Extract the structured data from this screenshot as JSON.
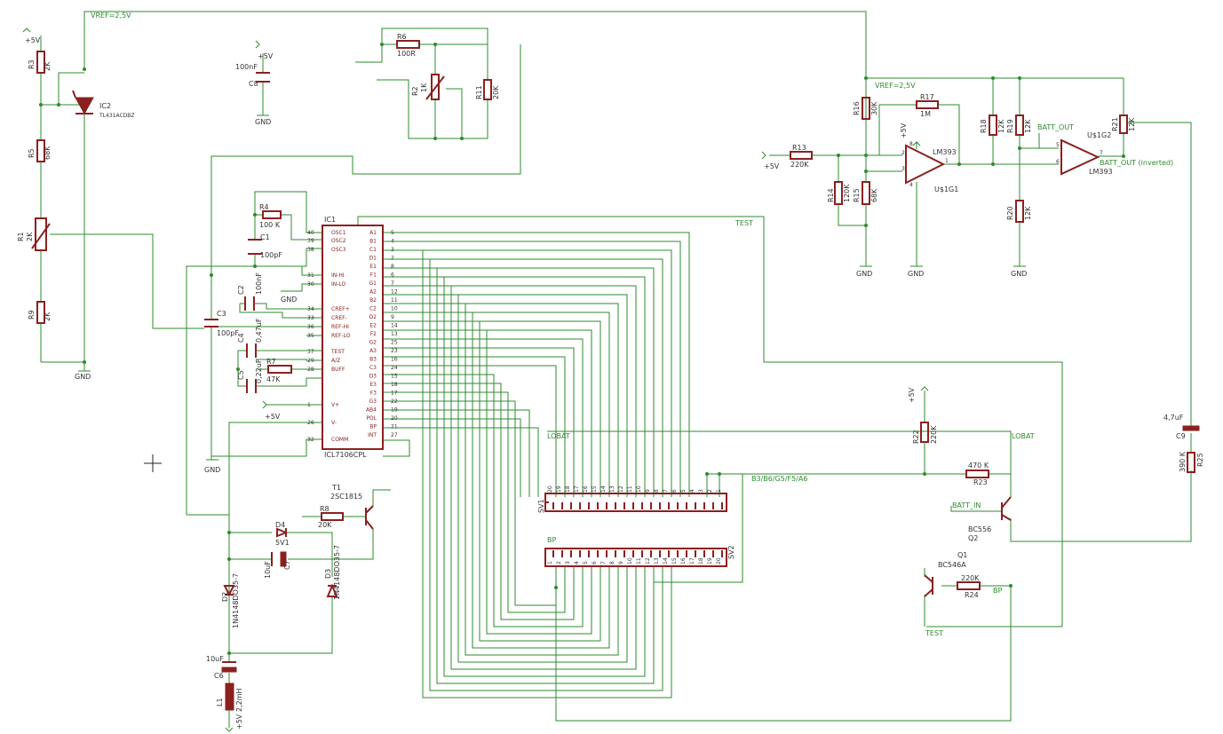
{
  "schematic": {
    "ic1": {
      "ref": "IC1",
      "value": "ICL7106CPL",
      "left_pins": [
        {
          "num": "40",
          "name": "OSC1"
        },
        {
          "num": "39",
          "name": "OSC2"
        },
        {
          "num": "38",
          "name": "OSC3"
        },
        {
          "num": "31",
          "name": "IN-HI"
        },
        {
          "num": "30",
          "name": "IN-LO"
        },
        {
          "num": "34",
          "name": "CREF+"
        },
        {
          "num": "33",
          "name": "CREF-"
        },
        {
          "num": "36",
          "name": "REF-HI"
        },
        {
          "num": "35",
          "name": "REF-LO"
        },
        {
          "num": "37",
          "name": "TEST"
        },
        {
          "num": "29",
          "name": "A/Z"
        },
        {
          "num": "28",
          "name": "BUFF"
        },
        {
          "num": "1",
          "name": "V+"
        },
        {
          "num": "26",
          "name": "V-"
        },
        {
          "num": "32",
          "name": "COMM"
        }
      ],
      "right_pins": [
        {
          "num": "5",
          "name": "A1"
        },
        {
          "num": "4",
          "name": "B1"
        },
        {
          "num": "3",
          "name": "C1"
        },
        {
          "num": "2",
          "name": "D1"
        },
        {
          "num": "8",
          "name": "E1"
        },
        {
          "num": "6",
          "name": "F1"
        },
        {
          "num": "7",
          "name": "G1"
        },
        {
          "num": "12",
          "name": "A2"
        },
        {
          "num": "11",
          "name": "B2"
        },
        {
          "num": "10",
          "name": "C2"
        },
        {
          "num": "9",
          "name": "D2"
        },
        {
          "num": "14",
          "name": "E2"
        },
        {
          "num": "13",
          "name": "F2"
        },
        {
          "num": "25",
          "name": "G2"
        },
        {
          "num": "23",
          "name": "A3"
        },
        {
          "num": "16",
          "name": "B3"
        },
        {
          "num": "24",
          "name": "C3"
        },
        {
          "num": "15",
          "name": "D3"
        },
        {
          "num": "18",
          "name": "E3"
        },
        {
          "num": "17",
          "name": "F3"
        },
        {
          "num": "22",
          "name": "G3"
        },
        {
          "num": "19",
          "name": "AB4"
        },
        {
          "num": "20",
          "name": "POL"
        },
        {
          "num": "21",
          "name": "BP"
        },
        {
          "num": "27",
          "name": "INT"
        }
      ]
    },
    "components": {
      "r1": {
        "ref": "R1",
        "value": "2K"
      },
      "r2": {
        "ref": "R2",
        "value": "1K"
      },
      "r3": {
        "ref": "R3",
        "value": "2K"
      },
      "r4": {
        "ref": "R4",
        "value": "100 K"
      },
      "r5": {
        "ref": "R5",
        "value": "68K"
      },
      "r6": {
        "ref": "R6",
        "value": "100R"
      },
      "r7": {
        "ref": "R7",
        "value": "47K"
      },
      "r8": {
        "ref": "R8",
        "value": "20K"
      },
      "r9": {
        "ref": "R9",
        "value": "2K"
      },
      "r11": {
        "ref": "R11",
        "value": "20K"
      },
      "r13": {
        "ref": "R13",
        "value": "220K"
      },
      "r14": {
        "ref": "R14",
        "value": "120K"
      },
      "r15": {
        "ref": "R15",
        "value": "68K"
      },
      "r16": {
        "ref": "R16",
        "value": "30K"
      },
      "r17": {
        "ref": "R17",
        "value": "1M"
      },
      "r18": {
        "ref": "R18",
        "value": "12K"
      },
      "r19": {
        "ref": "R19",
        "value": "12K"
      },
      "r20": {
        "ref": "R20",
        "value": "12K"
      },
      "r21": {
        "ref": "R21",
        "value": "12K"
      },
      "r22": {
        "ref": "R22",
        "value": "220K"
      },
      "r23": {
        "ref": "R23",
        "value": "470 K"
      },
      "r24": {
        "ref": "R24",
        "value": "220K"
      },
      "r25": {
        "ref": "R25",
        "value": "390 K"
      },
      "c1": {
        "ref": "C1",
        "value": "100pF"
      },
      "c2": {
        "ref": "C2",
        "value": "100nF"
      },
      "c3": {
        "ref": "C3",
        "value": "100pF"
      },
      "c4": {
        "ref": "C4",
        "value": "0,47uF"
      },
      "c5": {
        "ref": "C5",
        "value": "0,22uF"
      },
      "c6": {
        "ref": "C6",
        "value": "10uF"
      },
      "c7": {
        "ref": "C7",
        "value": "10uF"
      },
      "c8": {
        "ref": "C8",
        "value": "100nF"
      },
      "c9": {
        "ref": "C9",
        "value": "4,7uF"
      },
      "d2": {
        "ref": "D2",
        "value": "1N4148DO35-7"
      },
      "d3": {
        "ref": "D3",
        "value": "1N4148DO35-7"
      },
      "d4": {
        "ref": "D4",
        "value": "5V1"
      },
      "l1": {
        "ref": "L1",
        "value": "2,2mH"
      },
      "t1": {
        "ref": "T1",
        "value": "2SC1815"
      },
      "q1": {
        "ref": "Q1",
        "value": "BC546A"
      },
      "q2": {
        "ref": "Q2",
        "value": "BC556"
      },
      "ic2": {
        "ref": "IC2",
        "value": "TL431ACDBZ"
      },
      "u1g1": {
        "ref": "U$1G1",
        "value": "LM393"
      },
      "u1g2": {
        "ref": "U$1G2",
        "value": "LM393"
      },
      "sv1": {
        "ref": "SV1"
      },
      "sv2": {
        "ref": "SV2"
      }
    },
    "connector_pins": [
      "20",
      "19",
      "18",
      "17",
      "16",
      "15",
      "14",
      "13",
      "12",
      "11",
      "10",
      "9",
      "8",
      "7",
      "6",
      "5",
      "4",
      "3",
      "2",
      "1"
    ],
    "connector2_pins": [
      "1",
      "2",
      "3",
      "4",
      "5",
      "6",
      "7",
      "8",
      "9",
      "10",
      "11",
      "12",
      "13",
      "14",
      "15",
      "16",
      "17",
      "18",
      "19",
      "20"
    ],
    "nets": {
      "vref": "VREF=2,5V",
      "vref2": "VREF=2,5V",
      "test": "TEST",
      "test2": "TEST",
      "lobat": "LOBAT",
      "lobat2": "LOBAT",
      "bp": "BP",
      "bp2": "BP",
      "segs": "B3/B6/G5/F5/A6",
      "batt_out": "BATT_OUT",
      "batt_out_inv": "BATT_OUT (inverted)",
      "batt_in": "BATT_IN"
    },
    "supply": {
      "p5v": "+5V",
      "gnd": "GND",
      "opamp_pin_8": "8",
      "opamp_pin_4": "4",
      "p1": "1",
      "p2": "2",
      "p3": "3",
      "p5": "5",
      "p6": "6",
      "p7": "7"
    }
  }
}
